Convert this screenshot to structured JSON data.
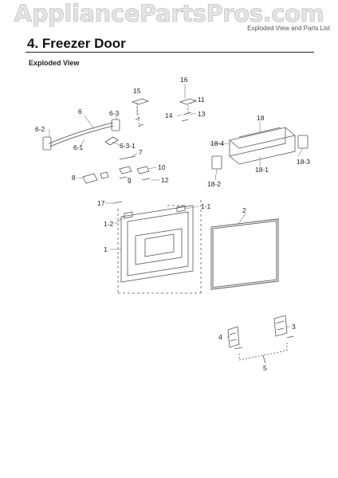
{
  "watermark": "AppliancePartsPros.com",
  "header_note": "Exploded View and Parts List",
  "section_title": "4.  Freezer Door",
  "subtitle": "Exploded View",
  "parts": {
    "p1": "1",
    "p1_1": "1-1",
    "p1_2": "1-2",
    "p2": "2",
    "p3": "3",
    "p4": "4",
    "p5": "5",
    "p6": "6",
    "p6_1": "6-1",
    "p6_2": "6-2",
    "p6_3": "6-3",
    "p6_3_1": "6-3-1",
    "p7": "7",
    "p8": "8",
    "p9": "9",
    "p10": "10",
    "p11": "11",
    "p12": "12",
    "p13": "13",
    "p14": "14",
    "p15": "15",
    "p16": "16",
    "p17": "17",
    "p18": "18",
    "p18_1": "18-1",
    "p18_2": "18-2",
    "p18_3": "18-3",
    "p18_4": "18-4"
  },
  "colors": {
    "line": "#555555",
    "text": "#222222",
    "watermark_fill": "#e4e4e4",
    "watermark_stroke": "#b5b5b5"
  }
}
